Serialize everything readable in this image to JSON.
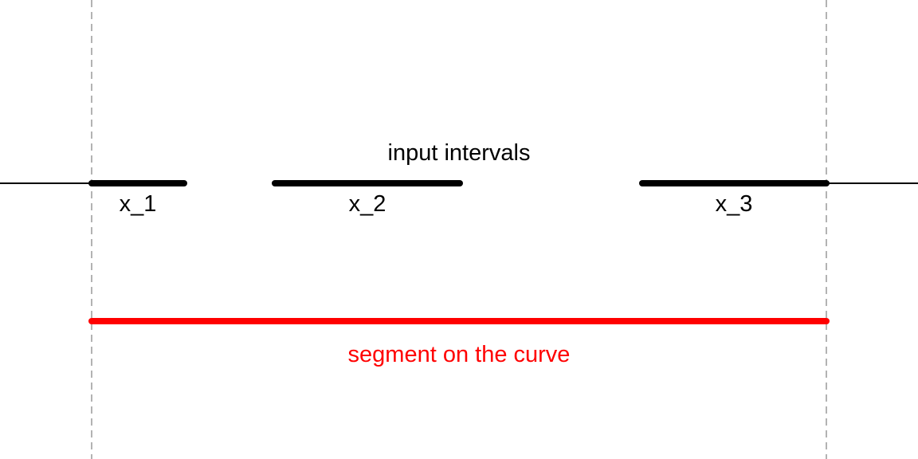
{
  "title": "input intervals",
  "interval_labels": [
    "x_1",
    "x_2",
    "x_3"
  ],
  "segment_label": "segment on the curve",
  "colors": {
    "interval": "#000000",
    "segment": "#ff0000",
    "guide": "#b3b3b3",
    "axis": "#000000"
  }
}
